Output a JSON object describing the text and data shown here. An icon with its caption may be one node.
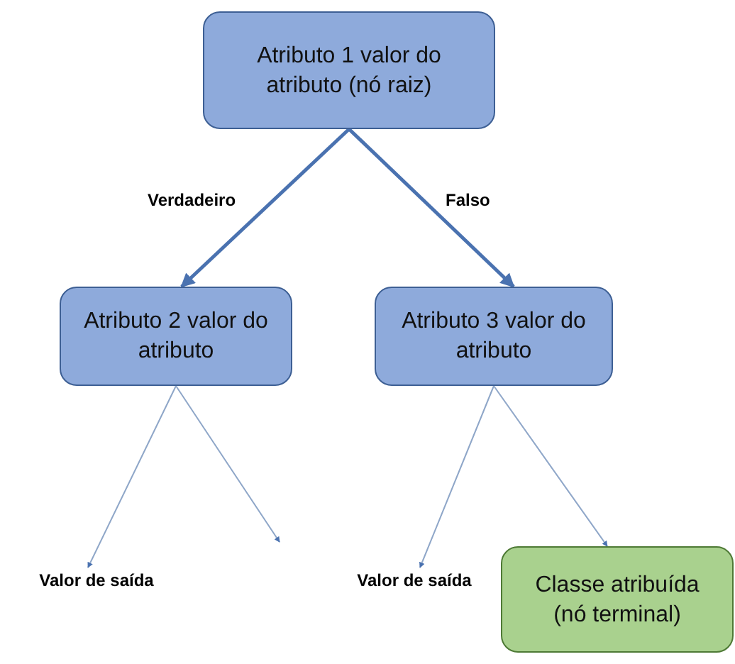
{
  "diagram": {
    "nodes": [
      {
        "text": [
          "Atributo 1 valor do atributo (nó raiz)"
        ]
      },
      {
        "text": [
          "Atributo 2 valor do atributo"
        ]
      },
      {
        "text": [
          "Atributo 3 valor do atributo"
        ]
      },
      {
        "text": [
          "Valor de saída"
        ]
      },
      {
        "text": [
          "Valor de saída"
        ]
      },
      {
        "text": [
          "Classe atribuída (nó terminal)"
        ]
      }
    ],
    "edges": [
      {
        "from": 0,
        "to": 1,
        "arrow": "to",
        "label": "Verdadeiro",
        "style": "thick"
      },
      {
        "from": 0,
        "to": 2,
        "arrow": "to",
        "label": "Falso",
        "style": "thick"
      },
      {
        "from": 1,
        "to": 3,
        "arrow": "to"
      },
      {
        "from": 1,
        "to": null,
        "arrow": "to"
      },
      {
        "from": 2,
        "to": 4,
        "arrow": "to"
      },
      {
        "from": 2,
        "to": 5,
        "arrow": "to"
      }
    ]
  }
}
